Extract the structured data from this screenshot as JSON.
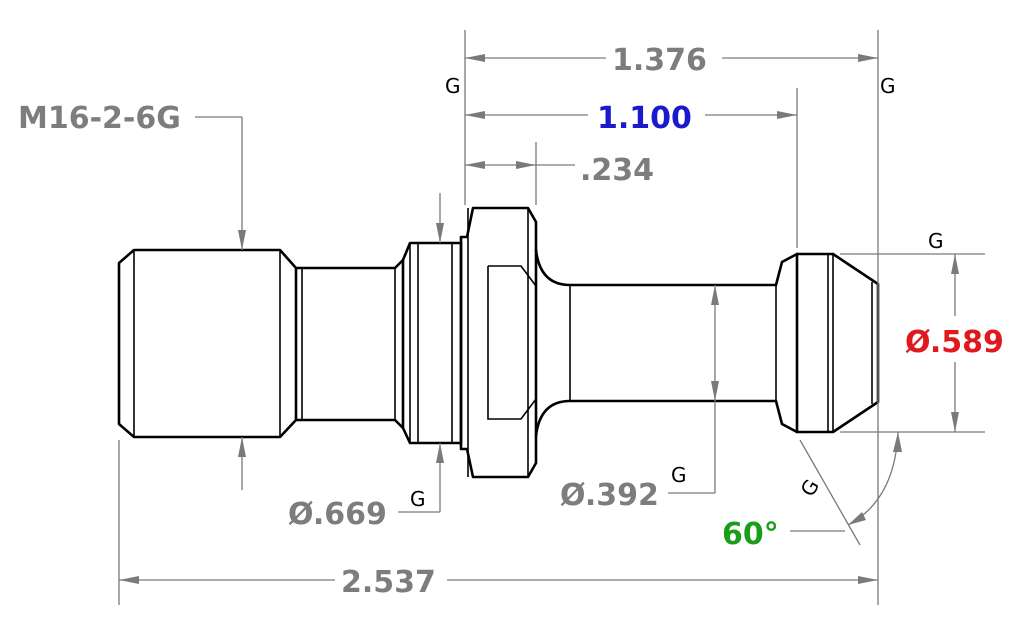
{
  "dimensions": {
    "thread_spec": "M16-2-6G",
    "overall_length": "2.537",
    "length_flange_to_end": "1.376",
    "length_flange_to_head": "1.100",
    "flange_width": ".234",
    "thread_relief_dia": "Ø.669",
    "neck_dia": "Ø.392",
    "head_dia": "Ø.589",
    "head_angle": "60°"
  },
  "datum_symbol": "G",
  "colors": {
    "dimension_gray": "#7d7d7d",
    "highlight_blue": "#1a1acc",
    "highlight_red": "#e0191e",
    "highlight_green": "#1a9e1a",
    "outline": "#000000"
  }
}
